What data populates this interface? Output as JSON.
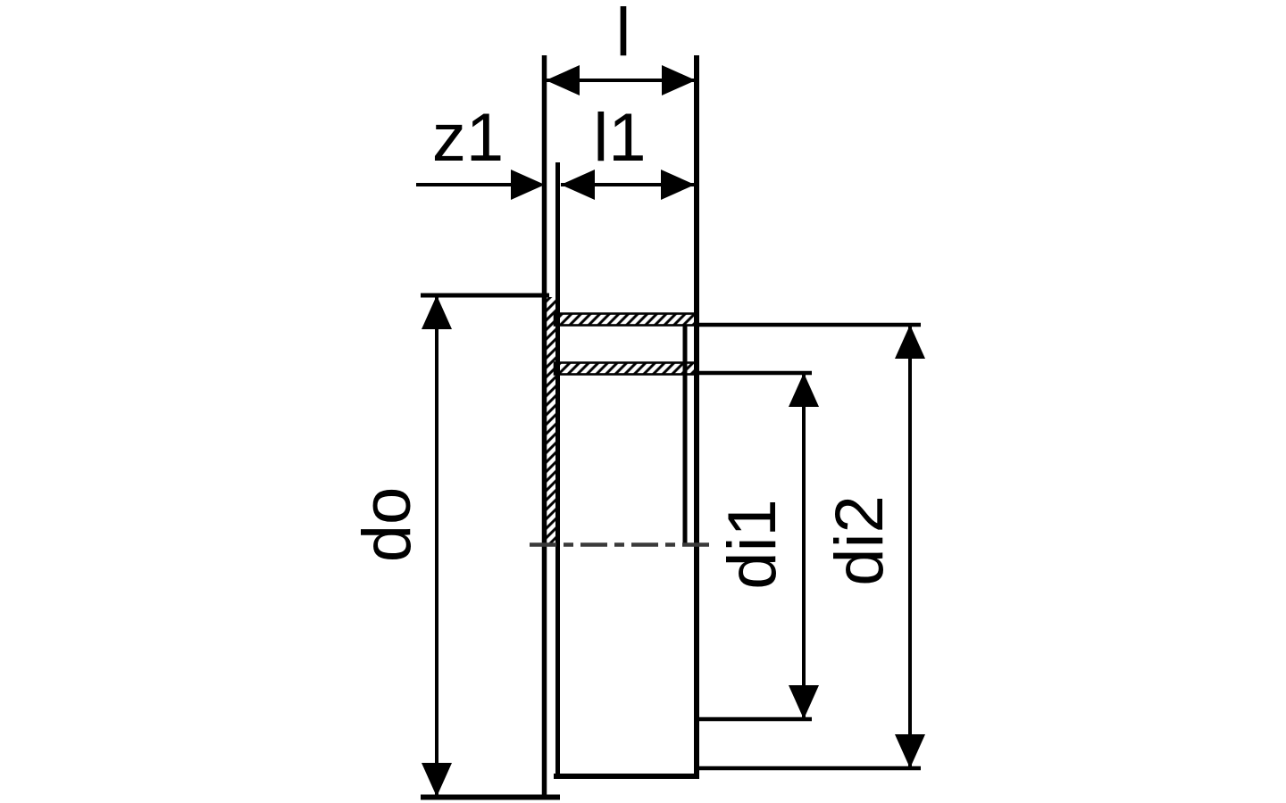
{
  "drawing": {
    "labels": {
      "l": "l",
      "z1": "z1",
      "l1": "l1",
      "do": "do",
      "di1": "di1",
      "di2": "di2"
    },
    "colors": {
      "line": "#000000",
      "text": "#000000",
      "centerline": "#3a3a3a",
      "background": "#ffffff"
    }
  }
}
